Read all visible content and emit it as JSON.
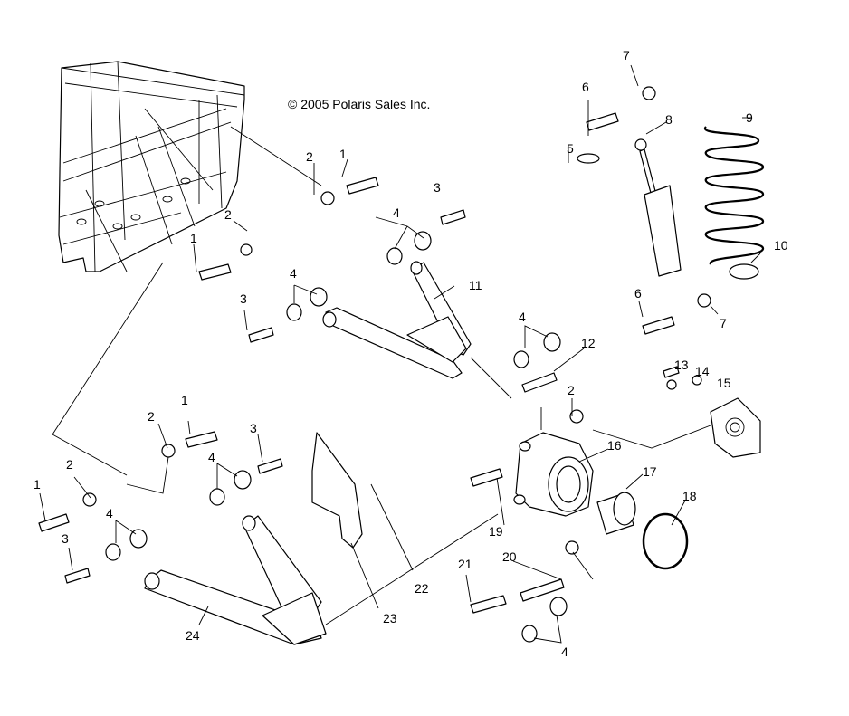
{
  "copyright": "© 2005 Polaris Sales Inc.",
  "callouts": [
    "1",
    "1",
    "1",
    "1",
    "2",
    "2",
    "2",
    "2",
    "2",
    "3",
    "3",
    "3",
    "3",
    "4",
    "4",
    "4",
    "4",
    "4",
    "4",
    "5",
    "6",
    "6",
    "7",
    "7",
    "8",
    "9",
    "10",
    "11",
    "12",
    "13",
    "14",
    "15",
    "16",
    "17",
    "18",
    "19",
    "20",
    "21",
    "22",
    "23",
    "24"
  ]
}
